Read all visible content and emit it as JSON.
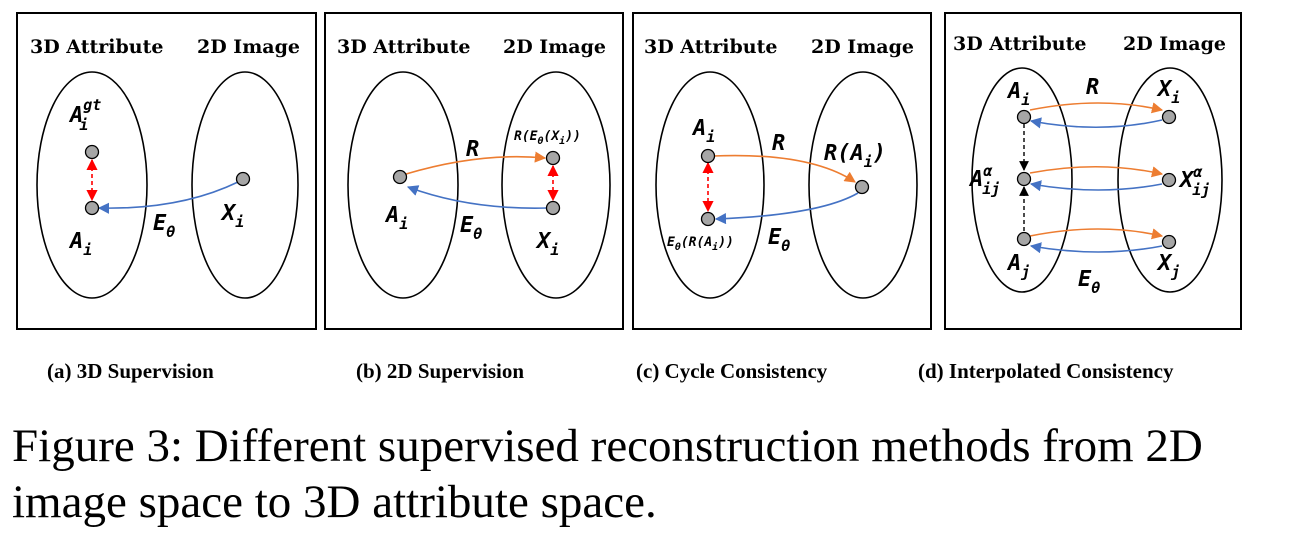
{
  "panels": [
    {
      "attr_title": "3D Attribute",
      "image_title": "2D Image",
      "caption": "(a) 3D Supervision"
    },
    {
      "attr_title": "3D Attribute",
      "image_title": "2D Image",
      "caption": "(b) 2D Supervision"
    },
    {
      "attr_title": "3D Attribute",
      "image_title": "2D Image",
      "caption": "(c) Cycle Consistency"
    },
    {
      "attr_title": "3D Attribute",
      "image_title": "2D Image",
      "caption": "(d) Interpolated Consistency"
    }
  ],
  "symbols": {
    "A": "A",
    "X": "X",
    "R": "R",
    "E": "E",
    "theta": "θ",
    "i": "i",
    "j": "j",
    "ij": "ij",
    "gt": "gt",
    "alpha": "α",
    "R_E_X_i": "R(E",
    "R_E_X_i_tail": "(X",
    "R_A_i": "R(A",
    "close": ")",
    "E_R_A_i": "E",
    "E_R_A_i_mid": "(R(A",
    "E_R_A_i_tail": "))"
  },
  "figure_caption": "Figure 3: Different supervised reconstruction methods from 2D image space to 3D attribute space.",
  "colors": {
    "forward": "#ED7D31",
    "backward": "#4472C4",
    "consistency": "#FF0000",
    "interp": "#000000",
    "dot": "#A6A6A6"
  }
}
